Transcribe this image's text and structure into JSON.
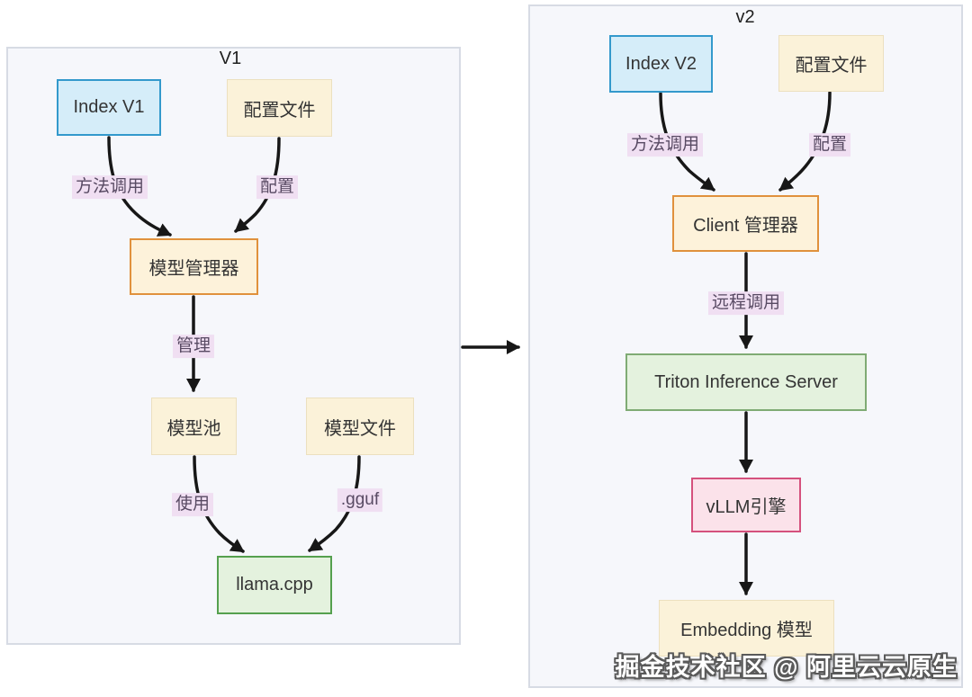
{
  "diagram": {
    "v1": {
      "title": "V1",
      "nodes": {
        "index_v1": "Index V1",
        "config_file": "配置文件",
        "model_manager": "模型管理器",
        "model_pool": "模型池",
        "model_file": "模型文件",
        "llama_cpp": "llama.cpp"
      },
      "edge_labels": {
        "method_call": "方法调用",
        "config": "配置",
        "manage": "管理",
        "use": "使用",
        "gguf": ".gguf"
      }
    },
    "v2": {
      "title": "v2",
      "nodes": {
        "index_v2": "Index V2",
        "config_file": "配置文件",
        "client_manager": "Client 管理器",
        "triton": "Triton Inference Server",
        "vllm": "vLLM引擎",
        "embedding": "Embedding 模型"
      },
      "edge_labels": {
        "method_call": "方法调用",
        "config": "配置",
        "remote_call": "远程调用"
      }
    },
    "watermark": "掘金技术社区 @ 阿里云云原生",
    "colors": {
      "panel_bg": "#f6f7fb",
      "panel_border": "#d7dbe4",
      "node_blue_bg": "#d5edf9",
      "node_blue_border": "#3399cc",
      "node_cream_bg": "#fbf2d9",
      "node_cream_border": "#ece0bf",
      "node_orange_bg": "#fdf2da",
      "node_orange_border": "#e0913c",
      "node_green_bg": "#e4f2de",
      "node_green_border_dark": "#55a04e",
      "node_green_border_light": "#7fab74",
      "node_pink_bg": "#fbe2ea",
      "node_pink_border": "#d5517d",
      "edge_label_bg": "#f0dff2",
      "edge_label_text": "#584a63",
      "arrow": "#171717",
      "node_text": "#343434",
      "watermark_text": "#ffffff"
    }
  }
}
